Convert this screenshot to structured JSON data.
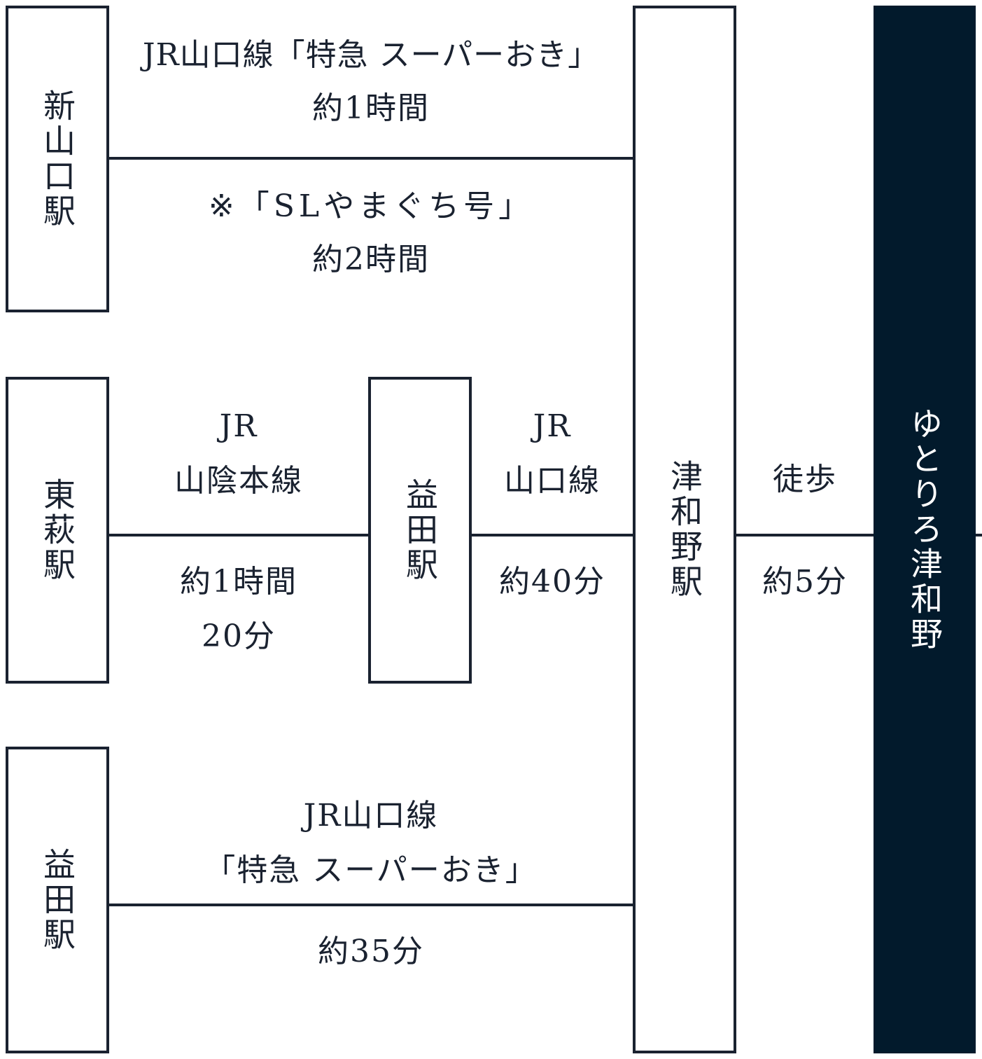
{
  "stations": {
    "shin_yamaguchi": "新山口駅",
    "higashi_hagi": "東萩駅",
    "masuda_mid": "益田駅",
    "masuda_bottom": "益田駅",
    "tsuwano": "津和野駅",
    "destination": "ゆとりろ津和野"
  },
  "routes": {
    "route1": {
      "line": "JR山口線「特急 スーパーおき」",
      "time": "約1時間"
    },
    "route2": {
      "line": "※「SLやまぐち号」",
      "time": "約2時間"
    },
    "route3a": {
      "line1": "JR",
      "line2": "山陰本線",
      "time1": "約1時間",
      "time2": "20分"
    },
    "route3b": {
      "line1": "JR",
      "line2": "山口線",
      "time": "約40分"
    },
    "route4": {
      "line1": "JR山口線",
      "line2": "「特急 スーパーおき」",
      "time": "約35分"
    },
    "walk": {
      "mode": "徒歩",
      "time": "約5分"
    }
  },
  "colors": {
    "line": "#1a2230",
    "destination_bg": "#021a2c"
  }
}
